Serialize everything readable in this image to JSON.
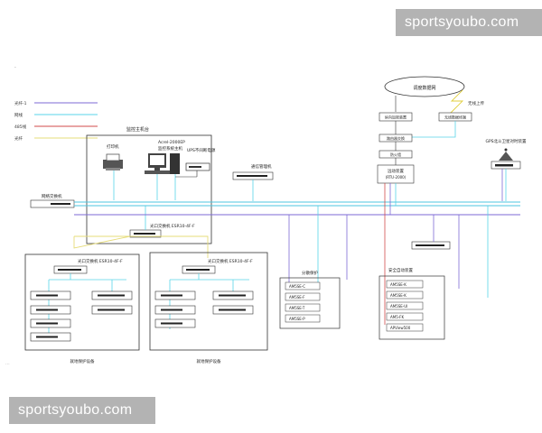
{
  "watermarks": {
    "top": "sportsyoubo.com",
    "bottom": "sportsyoubo.com"
  },
  "colors": {
    "line_a": "#7d6ad6",
    "line_b": "#59d4e8",
    "line_c": "#d24b4b",
    "line_d": "#e6dc7a",
    "bus": "#4ec6e0",
    "frame": "#333333"
  },
  "legend": [
    {
      "label": "光纤-1"
    },
    {
      "label": "网线"
    },
    {
      "label": "485线"
    },
    {
      "label": "光纤"
    }
  ],
  "diagram": {
    "cloud_label": "调度数据网",
    "wireless_label": "无线上传",
    "dispatch_left": "纵向加密装置",
    "dispatch_right": "无线数据终端",
    "router": "路由器交换",
    "firewall": "防火墙",
    "remote_unit": "远动装置",
    "remote_unit_sub": "(RTU-2000)",
    "gps_label": "GPS北斗卫星对时装置",
    "monitor_title": "监控主机台",
    "monitor_model": "Acrel-2000EP",
    "monitor_host": "监控系统主机",
    "ups": "UPS不间断电源",
    "printer": "打印机",
    "comm_manager": "通信管理机",
    "net_switch": "网络交换机",
    "fiber_switch_main": "光口交换机 ESR10-4F-F",
    "fiber_switch_a": "光口交换机 ESR10-4F-F",
    "fiber_switch_b": "光口交换机 ESR10-4F-F",
    "bay_a": "就地保护设备",
    "bay_b": "就地保护设备",
    "panel_protect_title": "分散保护",
    "panel_protect": [
      "AM5SE-C",
      "AM5SE-F",
      "AM5SE-T",
      "AM5SE-P"
    ],
    "panel_auto_title": "安全自动装置",
    "panel_auto": [
      "AM5SE-K",
      "AM5SE-K",
      "AM5SE-UI",
      "AM5-FK",
      "APView500"
    ]
  }
}
